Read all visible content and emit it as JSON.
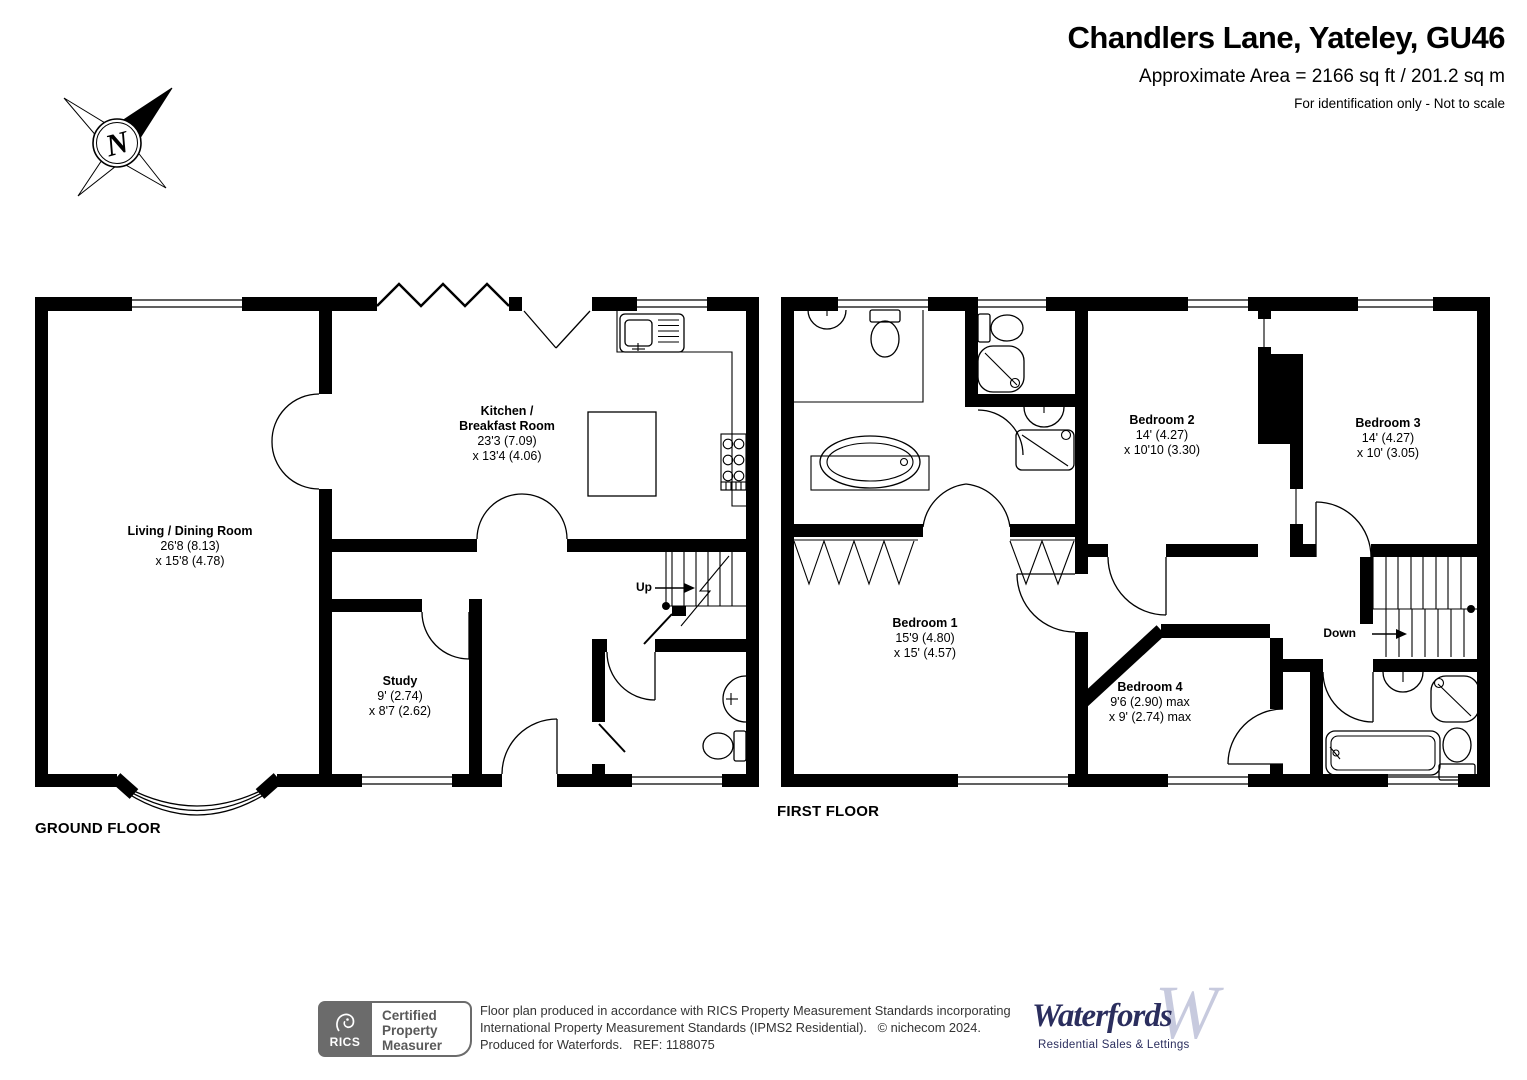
{
  "header": {
    "title": "Chandlers Lane, Yateley, GU46",
    "area": "Approximate Area = 2166 sq ft / 201.2 sq m",
    "disclaimer": "For identification only - Not to scale"
  },
  "compass": {
    "letter": "N"
  },
  "ground_floor": {
    "label": "GROUND FLOOR",
    "stairs": {
      "direction": "Up"
    },
    "rooms": {
      "living": {
        "name": "Living / Dining Room",
        "dim1": "26'8 (8.13)",
        "dim2": "x 15'8 (4.78)"
      },
      "kitchen": {
        "name": "Kitchen /",
        "name2": "Breakfast Room",
        "dim1": "23'3 (7.09)",
        "dim2": "x 13'4 (4.06)"
      },
      "study": {
        "name": "Study",
        "dim1": "9' (2.74)",
        "dim2": "x 8'7 (2.62)"
      }
    }
  },
  "first_floor": {
    "label": "FIRST FLOOR",
    "stairs": {
      "direction": "Down"
    },
    "rooms": {
      "bedroom1": {
        "name": "Bedroom 1",
        "dim1": "15'9 (4.80)",
        "dim2": "x 15' (4.57)"
      },
      "bedroom2": {
        "name": "Bedroom 2",
        "dim1": "14' (4.27)",
        "dim2": "x 10'10 (3.30)"
      },
      "bedroom3": {
        "name": "Bedroom 3",
        "dim1": "14' (4.27)",
        "dim2": "x 10' (3.05)"
      },
      "bedroom4": {
        "name": "Bedroom 4",
        "dim1": "9'6 (2.90) max",
        "dim2": "x 9' (2.74) max"
      }
    }
  },
  "footer": {
    "rics": {
      "org": "RICS",
      "line1": "Certified",
      "line2": "Property",
      "line3": "Measurer"
    },
    "note1": "Floor plan produced in accordance with RICS Property Measurement Standards incorporating",
    "note2": "International Property Measurement Standards (IPMS2 Residential).   © nichecom 2024.",
    "note3": "Produced for Waterfords.   REF: 1188075",
    "waterfords": {
      "name": "Waterfords",
      "tagline": "Residential Sales & Lettings",
      "monogram": "W"
    }
  }
}
